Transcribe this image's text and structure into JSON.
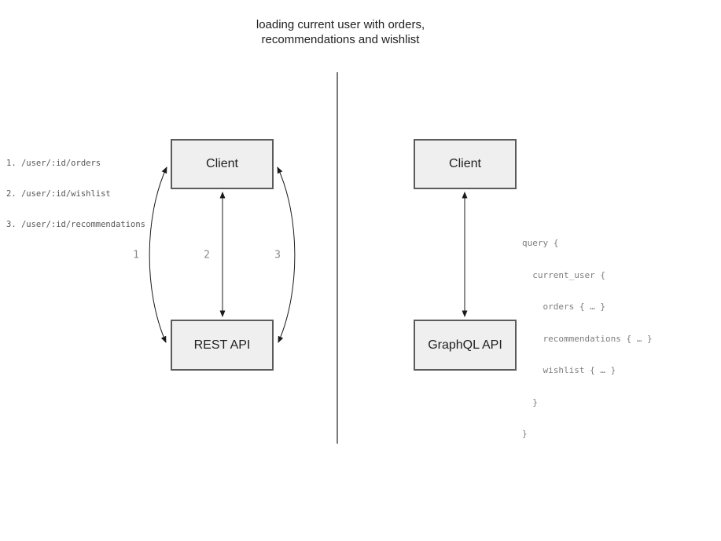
{
  "title": {
    "line1": "loading current user with orders,",
    "line2": "recommendations and wishlist"
  },
  "rest_side": {
    "client_label": "Client",
    "api_label": "REST API",
    "endpoints": [
      "1. /user/:id/orders",
      "2. /user/:id/wishlist",
      "3. /user/:id/recommendations"
    ],
    "arrow_labels": [
      "1",
      "2",
      "3"
    ]
  },
  "graphql_side": {
    "client_label": "Client",
    "api_label": "GraphQL API",
    "query_lines": [
      "query {",
      "  current_user {",
      "    orders { … }",
      "    recommendations { … }",
      "    wishlist { … }",
      "  }",
      "}"
    ]
  },
  "colors": {
    "node_fill": "#efefef",
    "node_border": "#5b5b5b",
    "arrow": "#1a1a1a",
    "divider": "#4d4d4d",
    "muted_text": "#7d7d7d"
  }
}
